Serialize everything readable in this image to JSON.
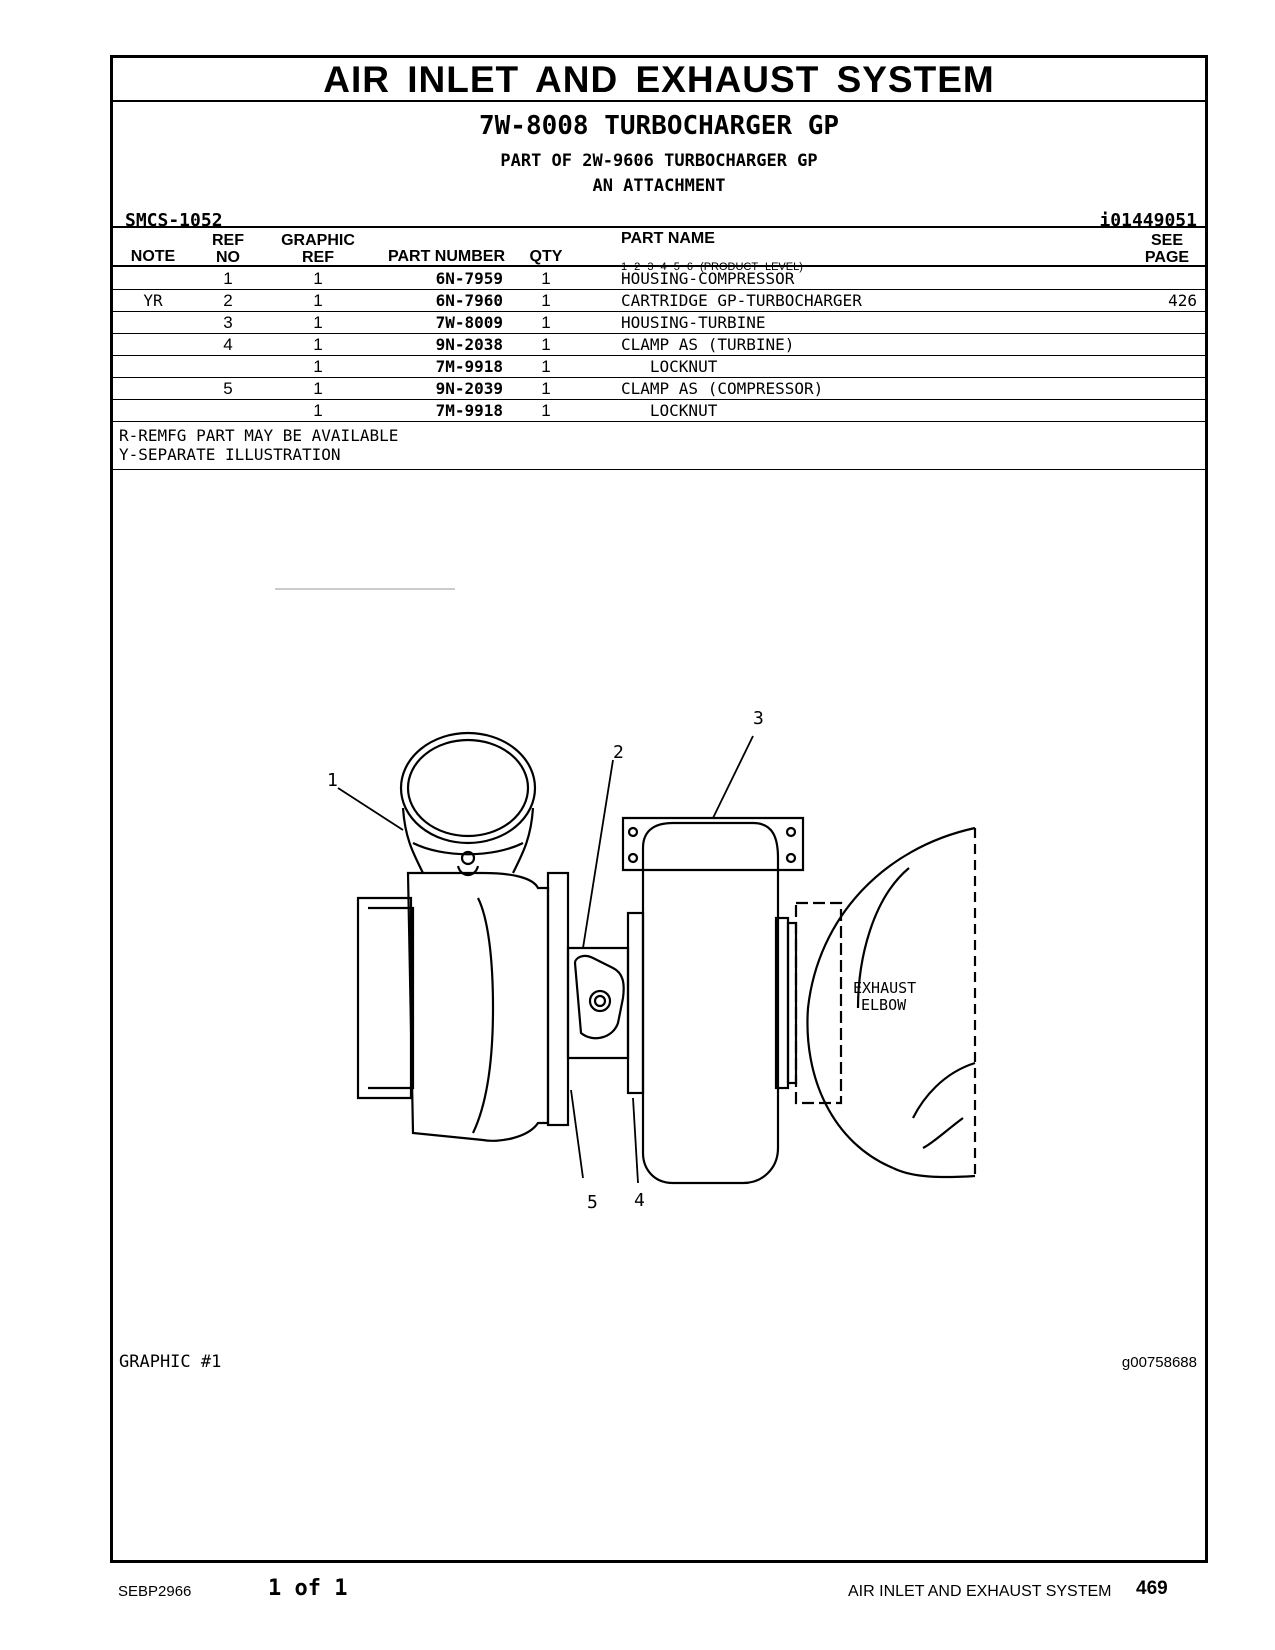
{
  "header": {
    "section_title": "AIR INLET AND EXHAUST SYSTEM",
    "group_title": "7W-8008 TURBOCHARGER GP",
    "part_of": "PART OF 2W-9606 TURBOCHARGER GP",
    "attachment": "AN ATTACHMENT",
    "smcs": "SMCS-1052",
    "doc_id": "i01449051"
  },
  "table": {
    "columns": {
      "note": "NOTE",
      "ref_no_1": "REF",
      "ref_no_2": "NO",
      "graphic_ref_1": "GRAPHIC",
      "graphic_ref_2": "REF",
      "part_number": "PART NUMBER",
      "qty": "QTY",
      "part_name": "PART NAME",
      "product_level": "1   2   3   4   5   6   (PRODUCT LEVEL)",
      "see_page_1": "SEE",
      "see_page_2": "PAGE"
    },
    "rows": [
      {
        "note": "",
        "ref": "1",
        "gref": "1",
        "part_number": "6N-7959",
        "qty": "1",
        "name": "HOUSING-COMPRESSOR",
        "see": ""
      },
      {
        "note": "YR",
        "ref": "2",
        "gref": "1",
        "part_number": "6N-7960",
        "qty": "1",
        "name": "CARTRIDGE GP-TURBOCHARGER",
        "see": "426"
      },
      {
        "note": "",
        "ref": "3",
        "gref": "1",
        "part_number": "7W-8009",
        "qty": "1",
        "name": "HOUSING-TURBINE",
        "see": ""
      },
      {
        "note": "",
        "ref": "4",
        "gref": "1",
        "part_number": "9N-2038",
        "qty": "1",
        "name": "CLAMP AS (TURBINE)",
        "see": ""
      },
      {
        "note": "",
        "ref": "",
        "gref": "1",
        "part_number": "7M-9918",
        "qty": "1",
        "name": "   LOCKNUT",
        "see": ""
      },
      {
        "note": "",
        "ref": "5",
        "gref": "1",
        "part_number": "9N-2039",
        "qty": "1",
        "name": "CLAMP AS (COMPRESSOR)",
        "see": ""
      },
      {
        "note": "",
        "ref": "",
        "gref": "1",
        "part_number": "7M-9918",
        "qty": "1",
        "name": "   LOCKNUT",
        "see": ""
      }
    ],
    "notes": [
      "R-REMFG PART MAY BE AVAILABLE",
      "Y-SEPARATE ILLUSTRATION"
    ]
  },
  "graphic": {
    "callouts": [
      "1",
      "2",
      "3",
      "4",
      "5"
    ],
    "label_exhaust_1": "EXHAUST",
    "label_exhaust_2": "ELBOW",
    "graphic_label": "GRAPHIC #1",
    "graphic_id": "g00758688"
  },
  "footer": {
    "doc_number": "SEBP2966",
    "page_of": "1 of 1",
    "section": "AIR INLET AND EXHAUST SYSTEM",
    "page_number": "469"
  }
}
